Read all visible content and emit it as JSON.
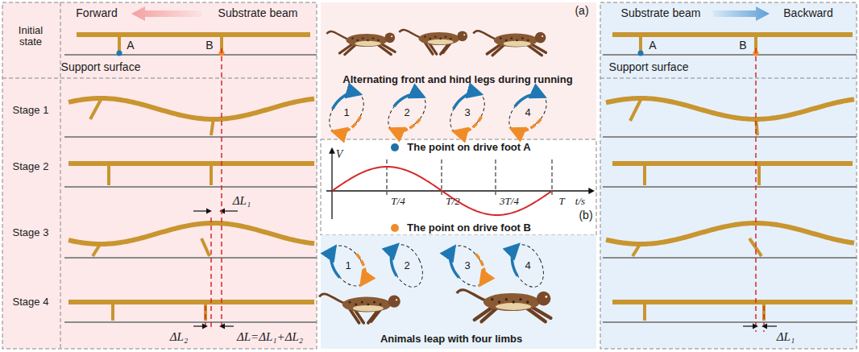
{
  "diagram": {
    "labels": [
      "Forward",
      "Substrate beam",
      "Initial state",
      "A",
      "B",
      "Support surface",
      "Stage 1",
      "Stage 2",
      "Stage 3",
      "Stage 4",
      "ΔL₁",
      "ΔL₂",
      "ΔL=ΔL₁+ΔL₂",
      "(a)",
      "Alternating front and hind legs during running",
      "1",
      "2",
      "3",
      "4",
      "The point on drive foot A",
      "V",
      "T/4",
      "T/2",
      "3T/4",
      "T",
      "t/s",
      "The point on drive foot B",
      "(b)",
      "1",
      "2",
      "3",
      "4",
      "Animals leap with four limbs",
      "Substrate beam",
      "Backward",
      "A",
      "B",
      "Support surface",
      "ΔL₁"
    ]
  }
}
